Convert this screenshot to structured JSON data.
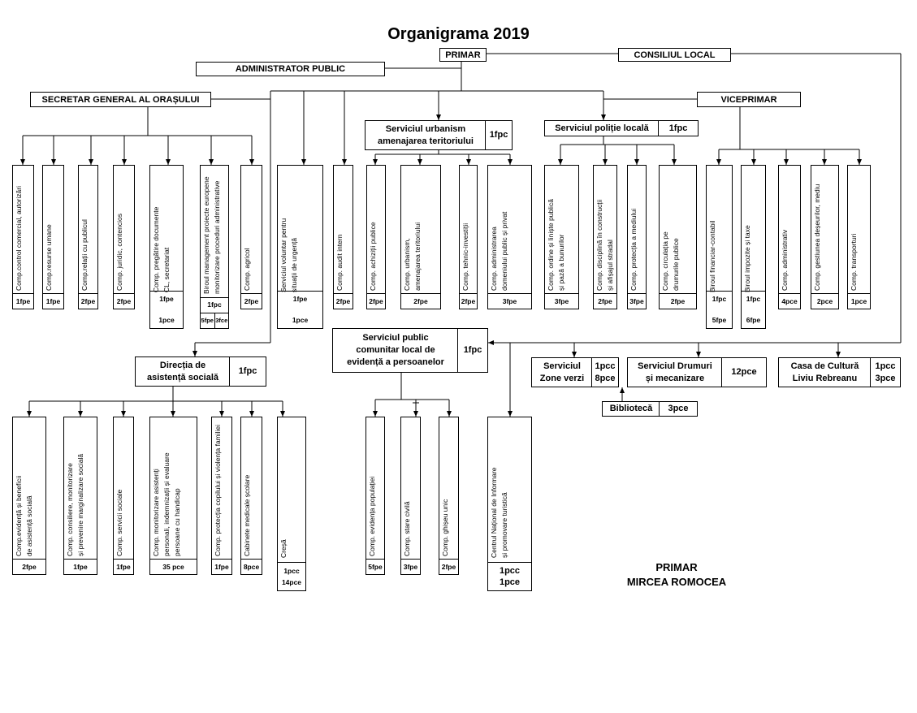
{
  "title": "Organigrama 2019",
  "top": {
    "primar": "PRIMAR",
    "consiliul_local": "CONSILIUL LOCAL",
    "administrator_public": "ADMINISTRATOR PUBLIC",
    "secretar": "SECRETAR GENERAL AL ORAȘULUI",
    "viceprimar": "VICEPRIMAR"
  },
  "urbanism": {
    "title": "Serviciul urbanism\namenajarea teritoriului",
    "count": "1fpc"
  },
  "politie": {
    "title": "Serviciul poliție locală",
    "count": "1fpc"
  },
  "directia": {
    "title": "Direcția de\nasistență socială",
    "count": "1fpc"
  },
  "evidenta": {
    "title": "Serviciul public\ncomunitar local de\nevidență a persoanelor",
    "count": "1fpc"
  },
  "zone_verzi": {
    "title": "Serviciul\nZone verzi",
    "count": "1pcc\n8pce"
  },
  "drumuri": {
    "title": "Serviciul Drumuri\nși mecanizare",
    "count": "12pce"
  },
  "casa_cultura": {
    "title": "Casa de Cultură\nLiviu Rebreanu",
    "count": "1pcc\n3pce"
  },
  "biblioteca": {
    "title": "Bibliotecă",
    "count": "3pce"
  },
  "row1": [
    {
      "label": "Comp.control comercial, autorizări",
      "count": "1fpe"
    },
    {
      "label": "Comp.resurse umane",
      "count": "1fpe"
    },
    {
      "label": "Comp.relații cu publicul",
      "count": "2fpe"
    },
    {
      "label": "Comp. juridic, contencios",
      "count": "2fpe"
    },
    {
      "label": "Comp. pregătire documente\nCL, secretariat",
      "count": "1fpe\n\n1pce"
    },
    {
      "label": "Biroul management proiecte europene\nmonitorizare proceduri administrative",
      "count": "1fpc",
      "sub": [
        "5fpe",
        "3fce"
      ]
    },
    {
      "label": "Comp. agricol",
      "count": "2fpe"
    },
    {
      "label": "Serviciul voluntar pentru\nsituații de urgență",
      "count": "1fpe\n\n1pce"
    },
    {
      "label": "Comp. audit intern",
      "count": "2fpe"
    },
    {
      "label": "Comp. achiziții publice",
      "count": "2fpe"
    },
    {
      "label": "Comp. urbanism,\namenajarea teritoriului",
      "count": "2fpe"
    },
    {
      "label": "Comp. tehnic-investiții",
      "count": "2fpe"
    },
    {
      "label": "Comp. administrarea\ndomeniului public și privat",
      "count": "3fpe"
    },
    {
      "label": "Comp. ordine  și liniște publică\nși pază a bunurilor",
      "count": "3fpe"
    },
    {
      "label": "Comp. disciplină în construcții\nși afișajul stradal",
      "count": "2fpe"
    },
    {
      "label": "Comp. protecția a mediului",
      "count": "3fpe"
    },
    {
      "label": "Comp. circulația pe\ndrumurile publice",
      "count": "2fpe"
    },
    {
      "label": "Biroul financiar-contabil",
      "count": "1fpc\n\n5fpe"
    },
    {
      "label": "Biroul impozite și taxe",
      "count": "1fpc\n\n6fpe"
    },
    {
      "label": "Comp. administrativ",
      "count": "4pce"
    },
    {
      "label": "Comp. gestiunea deșeurilor, mediu",
      "count": "2pce"
    },
    {
      "label": "Comp. transporturi",
      "count": "1pce"
    }
  ],
  "row2": [
    {
      "label": "Comp.evidență și beneficii\nde asistență socială",
      "count": "2fpe"
    },
    {
      "label": "Comp. consiliere, monitorizare\nși prevenire marginalizare socială",
      "count": "1fpe"
    },
    {
      "label": "Comp. servicii sociale",
      "count": "1fpe"
    },
    {
      "label": "Comp. monitorizare asistenți\npersonali, indemnizații și evaluare\npersoane cu handicap",
      "count": "35 pce"
    },
    {
      "label": "Comp. protecția copilului și violența familiei",
      "count": "1fpe"
    },
    {
      "label": "Cabinete medicale școlare",
      "count": "8pce"
    },
    {
      "label": "Creșă",
      "count": "1pcc\n14pce"
    },
    {
      "label": "Comp. evidența populației",
      "count": "5fpe"
    },
    {
      "label": "Comp. stare civilă",
      "count": "3fpe"
    },
    {
      "label": "Comp. ghișeu unic",
      "count": "2fpe"
    },
    {
      "label": "Centrul Național de Informare\nși promovare turistică",
      "count": "1pcc\n1pce"
    }
  ],
  "signature": {
    "role": "PRIMAR",
    "name": "MIRCEA ROMOCEA"
  }
}
